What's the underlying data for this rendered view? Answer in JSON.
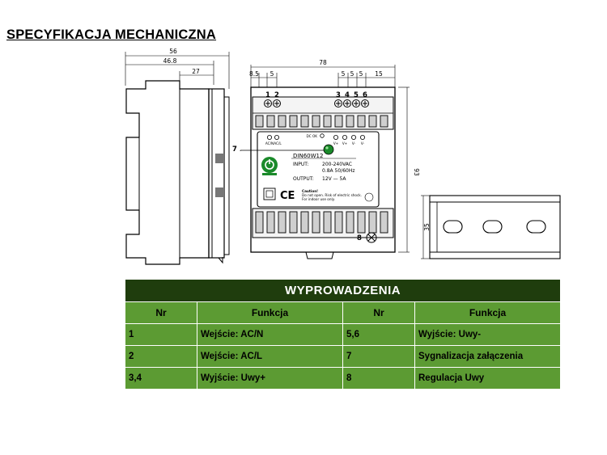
{
  "title": "SPECYFIKACJA MECHANICZNA",
  "side_view": {
    "dims": [
      "56",
      "46.8",
      "27"
    ]
  },
  "front_view": {
    "dims": {
      "width": "78",
      "left_a": "8.5",
      "left_b": "5",
      "right_a": "5",
      "right_b": "5",
      "right_c": "5",
      "right_d": "15",
      "height": "93"
    },
    "pin_numbers": [
      "1",
      "2",
      "3",
      "4",
      "5",
      "6"
    ],
    "pin_labels_left": [
      "AC/N",
      "AC/L"
    ],
    "pin_labels_right": [
      "V+",
      "V+",
      "V-",
      "V-"
    ],
    "callouts": [
      "7",
      "8"
    ],
    "model": "DIN60W12",
    "input_label": "INPUT:",
    "input_value_1": "200-240VAC",
    "input_value_2": "0.8A  50/60Hz",
    "output_label": "OUTPUT:",
    "output_value": "12V — 5A",
    "caution_title": "Caution!",
    "caution_line_1": "Do not open. Risk of electric shock.",
    "caution_line_2": "For indoor use only.",
    "ce_mark": "CE",
    "led_label": "DC OK"
  },
  "rail_view": {
    "dims": [
      "35"
    ]
  },
  "table": {
    "heading": "WYPROWADZENIA",
    "columns": [
      "Nr",
      "Funkcja",
      "Nr",
      "Funkcja"
    ],
    "rows": [
      {
        "nr1": "1",
        "f1": "Wejście: AC/N",
        "nr2": "5,6",
        "f2": "Wyjście: Uwy-"
      },
      {
        "nr1": "2",
        "f1": "Wejście: AC/L",
        "nr2": "7",
        "f2": "Sygnalizacja załączenia"
      },
      {
        "nr1": "3,4",
        "f1": "Wyjście: Uwy+",
        "nr2": "8",
        "f2": "Regulacja Uwy"
      }
    ]
  },
  "colors": {
    "table_header": "#1f3d0d",
    "table_cell": "#5c9b33",
    "led": "#1a8a2a"
  }
}
